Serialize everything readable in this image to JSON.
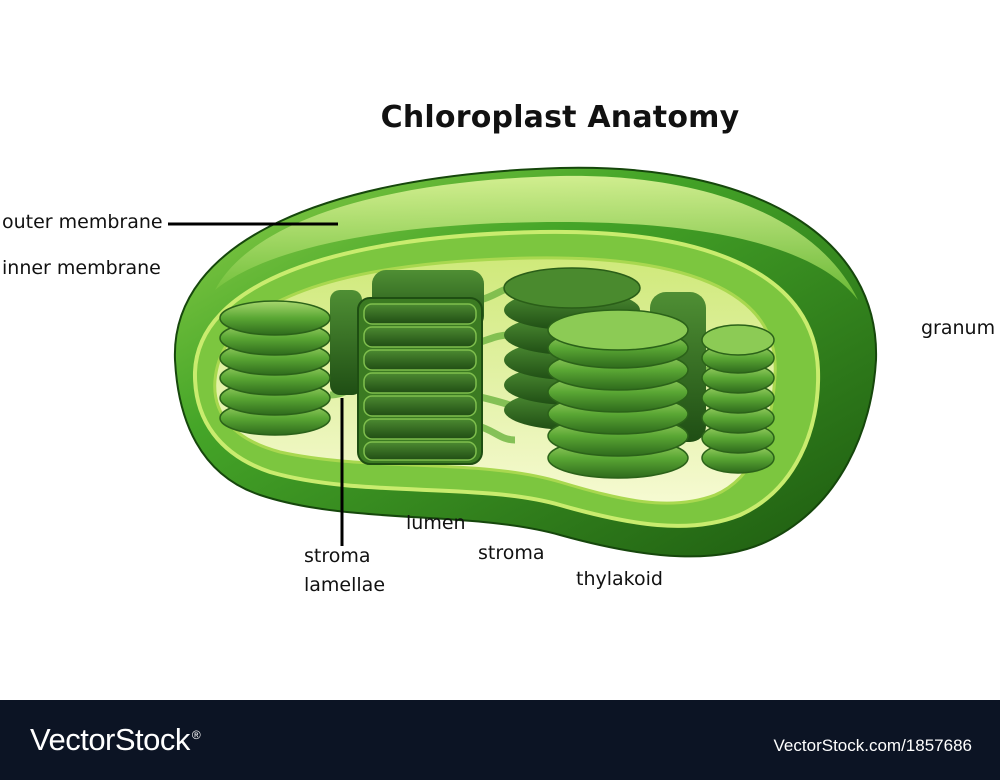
{
  "diagram": {
    "title": "Chloroplast Anatomy",
    "labels": {
      "outer_membrane": "outer membrane",
      "inner_membrane": "inner membrane",
      "granum": "granum",
      "stroma_lamellae_line1": "stroma",
      "stroma_lamellae_line2": "lamellae",
      "lumen": "lumen",
      "stroma": "stroma",
      "thylakoid": "thylakoid"
    }
  },
  "footer": {
    "brand": "VectorStock",
    "registered_mark": "®",
    "stock_id": "VectorStock.com/1857686"
  },
  "colors": {
    "outer_dark": "#1f5e12",
    "outer_mid": "#3f9a24",
    "outer_light": "#b8e25a",
    "inner_light": "#e9f7a8",
    "stroma_fill": "#f3f8c8",
    "granum_dark": "#2f6e1e",
    "granum_mid": "#56a432",
    "granum_light": "#9bd064",
    "footer_bg": "#0c1424"
  }
}
